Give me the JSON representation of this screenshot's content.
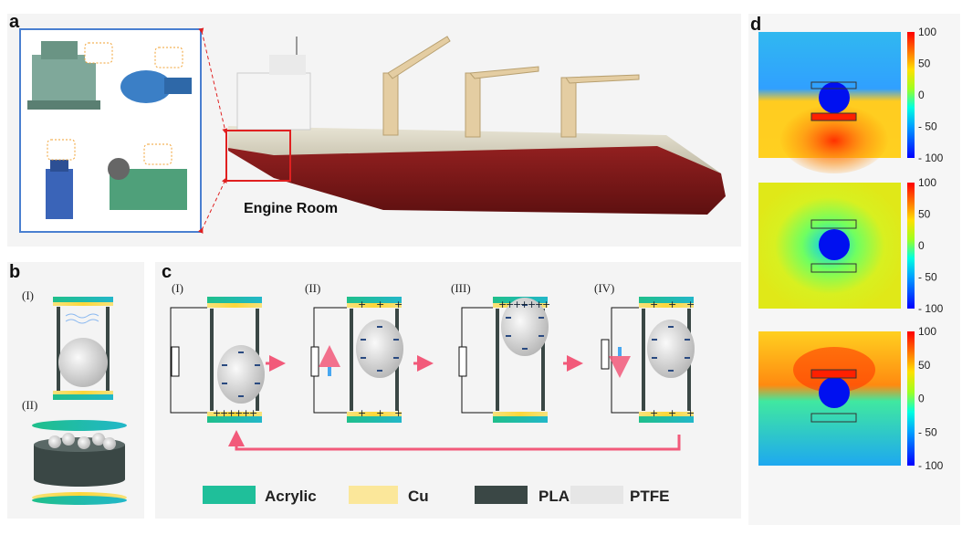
{
  "panels": {
    "a": {
      "label": "a",
      "caption": "Engine Room"
    },
    "b": {
      "label": "b",
      "stages": [
        "(I)",
        "(II)"
      ]
    },
    "c": {
      "label": "c",
      "stages": [
        "(I)",
        "(II)",
        "(III)",
        "(IV)"
      ],
      "legend": [
        {
          "name": "Acrylic",
          "color": "#1fbf9a"
        },
        {
          "name": "Cu",
          "color": "#fbe79a"
        },
        {
          "name": "PLA",
          "color": "#3a4745"
        },
        {
          "name": "PTFE",
          "color": "#e6e6e6"
        }
      ]
    },
    "d": {
      "label": "d",
      "colorbar_ticks": [
        "100",
        "50",
        "0",
        "- 50",
        "- 100"
      ]
    }
  },
  "colors": {
    "hull": "#8c1c1c",
    "accent_arrow": "#f25a7a",
    "inset_border": "#4a7fd0"
  }
}
